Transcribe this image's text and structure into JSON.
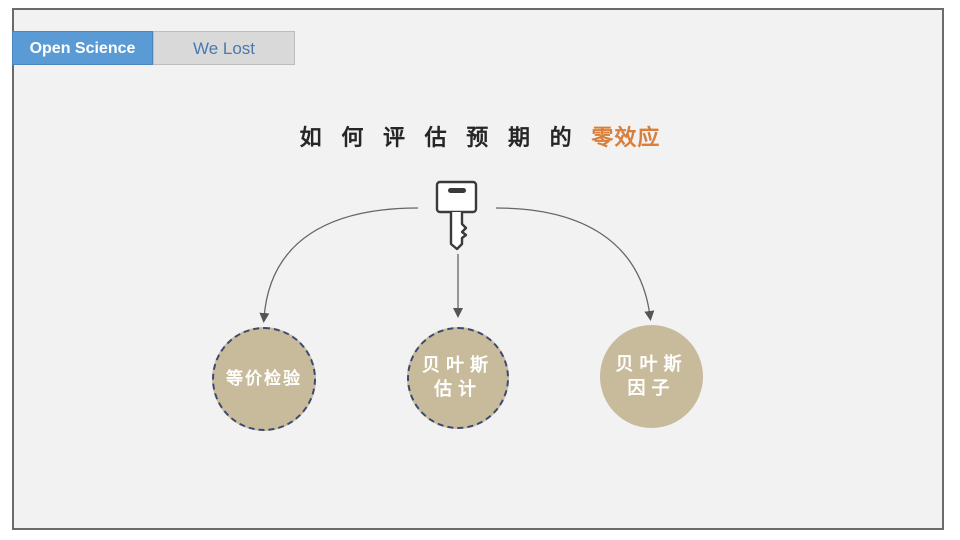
{
  "tabs": [
    {
      "label": "Open Science",
      "active": true
    },
    {
      "label": "We Lost",
      "active": false
    }
  ],
  "title": {
    "main": "如 何 评 估 预 期 的",
    "accent": "零效应"
  },
  "icons": {
    "center": "key-icon"
  },
  "methods": [
    {
      "lines": [
        "等价检验"
      ]
    },
    {
      "lines": [
        "贝叶斯",
        "估计"
      ]
    },
    {
      "lines": [
        "贝叶斯",
        "因子"
      ]
    }
  ],
  "colors": {
    "tab_active": "#5b9bd5",
    "tab_inactive": "#d9d9d9",
    "title_accent": "#d97f3c",
    "circle_fill": "#c8bb9c",
    "circle_border": "#3c4a6e"
  }
}
